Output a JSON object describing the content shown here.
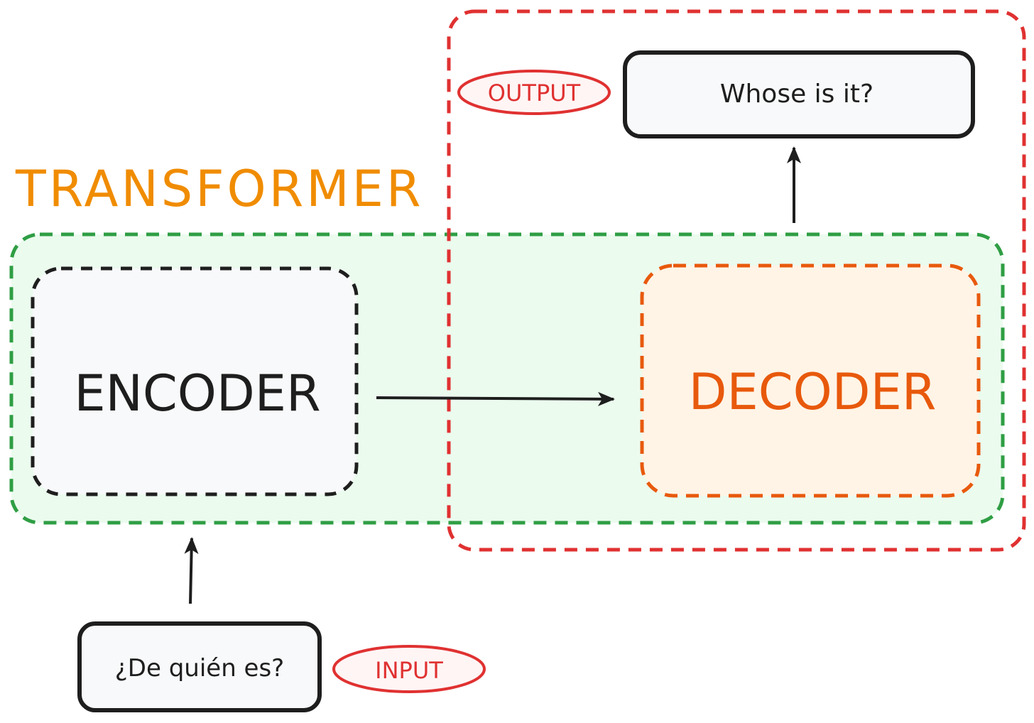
{
  "diagram": {
    "title": "TRANSFORMER",
    "encoder_label": "ENCODER",
    "decoder_label": "DECODER",
    "input_text": "¿De quién es?",
    "input_tag": "INPUT",
    "output_text": "Whose is it?",
    "output_tag": "OUTPUT"
  },
  "colors": {
    "title": "#f08c00",
    "transformer_border": "#2f9e44",
    "transformer_fill": "#ebfbee",
    "encoder_border": "#1e1e1e",
    "encoder_fill": "#f8f9fa",
    "decoder_border": "#e8590c",
    "decoder_fill": "#fff4e6",
    "decoder_text": "#e8590c",
    "output_region_border": "#e03131",
    "tag_color": "#e03131",
    "text_box_border": "#1e1e1e",
    "text_box_fill": "#f8f9fa",
    "arrow": "#1e1e1e"
  }
}
